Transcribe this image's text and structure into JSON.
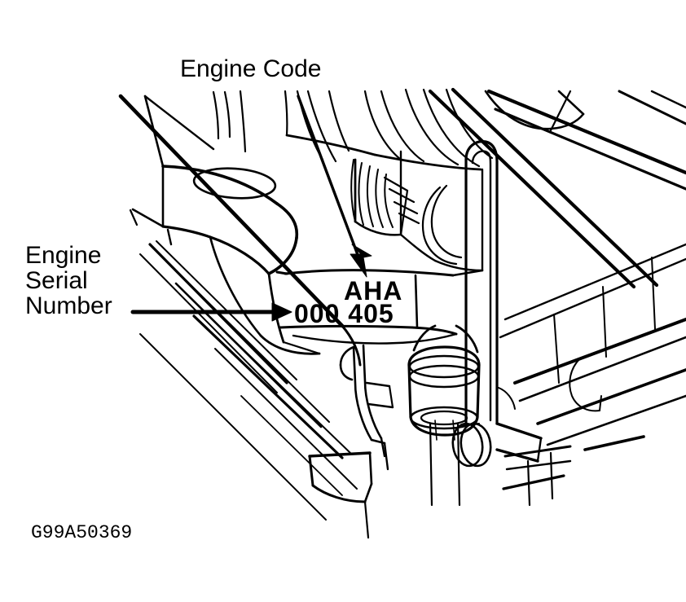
{
  "figure": {
    "type": "technical-line-drawing",
    "subject": "Engine code and engine serial number location on engine block",
    "caption": "G99A50369",
    "background_color": "#ffffff",
    "line_color": "#000000"
  },
  "callouts": [
    {
      "id": "engine-code",
      "label": "Engine Code",
      "leader": "diagonal arrow pointing down-right to stamped code"
    },
    {
      "id": "engine-serial-number",
      "label": "Engine\nSerial\nNumber",
      "label_lines": [
        "Engine",
        "Serial",
        "Number"
      ],
      "leader": "horizontal arrow pointing right to stamped serial"
    }
  ],
  "labels": {
    "engine_code": "Engine Code",
    "engine_serial_line1": "Engine",
    "engine_serial_line2": "Serial",
    "engine_serial_line3": "Number"
  },
  "stamped_text": {
    "engine_code": "AHA",
    "serial_number": "000 405"
  }
}
